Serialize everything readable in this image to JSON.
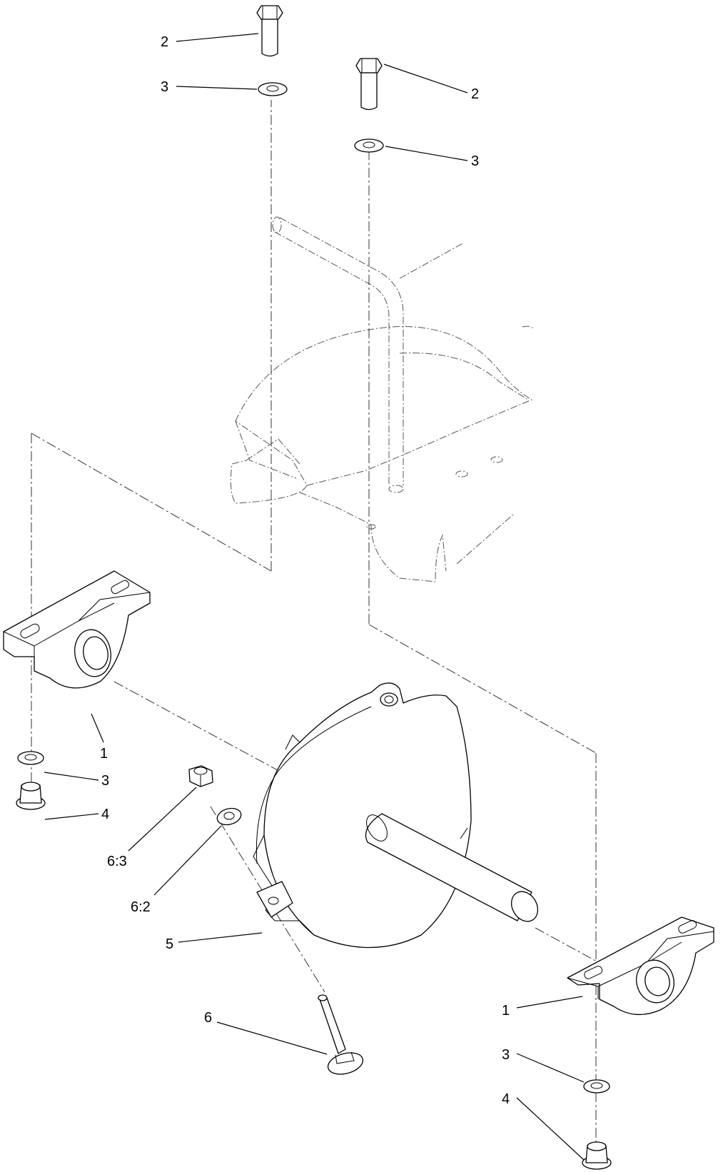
{
  "callouts": {
    "c1": "2",
    "c2": "3",
    "c3": "2",
    "c4": "3",
    "c5": "1",
    "c6": "3",
    "c7": "4",
    "c8": "6:3",
    "c9": "6:2",
    "c10": "5",
    "c11": "6",
    "c12": "1",
    "c13": "3",
    "c14": "4"
  }
}
